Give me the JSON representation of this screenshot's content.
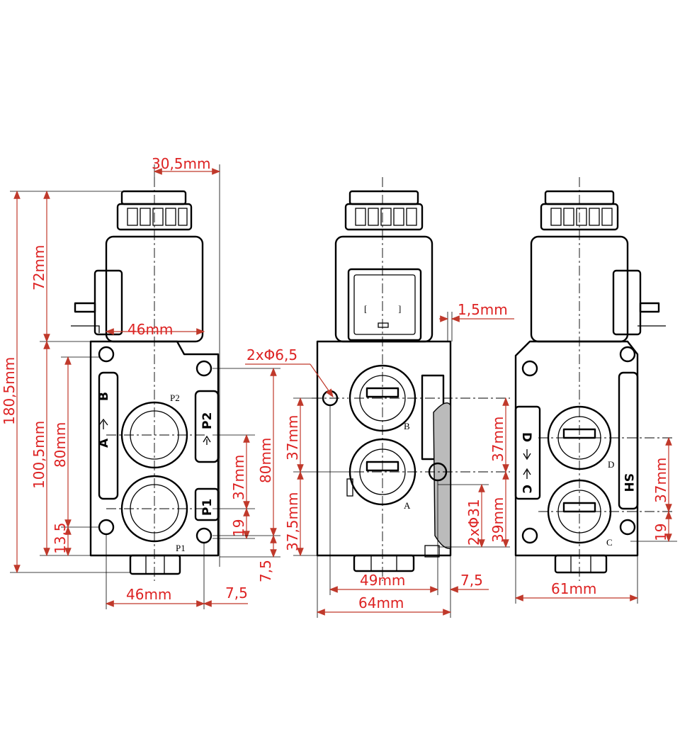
{
  "dimensions": {
    "d_30_5": "30,5mm",
    "d_72": "72mm",
    "d_180_5": "180,5mm",
    "d_100_5": "100,5mm",
    "d_80_left": "80mm",
    "d_46_top": "46mm",
    "d_37_left": "37mm",
    "d_80_right": "80mm",
    "d_19_left": "19",
    "d_13_5": "13,5",
    "d_7_5_v": "7,5",
    "d_46_bottom": "46mm",
    "d_7_5_h_left": "7,5",
    "d_1_5": "1,5mm",
    "d_2x6_5": "2xΦ6,5",
    "d_37_mid_left": "37mm",
    "d_37_5": "37,5mm",
    "d_37_mid_right": "37mm",
    "d_2x31": "2xΦ31",
    "d_39": "39mm",
    "d_49": "49mm",
    "d_7_5_h_mid": "7,5",
    "d_64": "64mm",
    "d_37_right": "37mm",
    "d_19_right": "19",
    "d_61": "61mm"
  },
  "labels": {
    "p2": "P2",
    "p1": "P1",
    "a": "A",
    "b": "B",
    "c": "C",
    "d": "D",
    "left_a": "A",
    "left_b": "B",
    "left_p2": "P2",
    "left_p1": "P1",
    "right_d": "D",
    "right_c": "C",
    "right_sh": "SH"
  },
  "colors": {
    "dimension": "#d22222",
    "outline": "#000000"
  }
}
